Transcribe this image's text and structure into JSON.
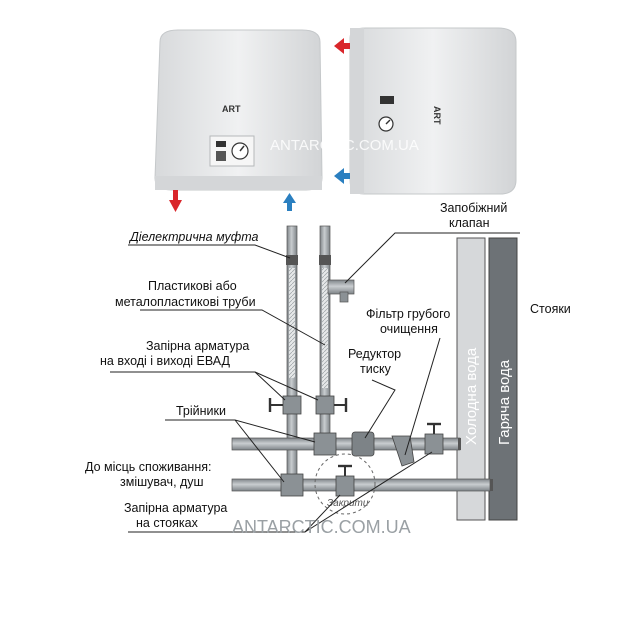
{
  "labels": {
    "dielectric_coupling": "Діелектрична муфта",
    "safety_valve_1": "Запобіжний",
    "safety_valve_2": "клапан",
    "plastic_pipes_1": "Пластикові або",
    "plastic_pipes_2": "металопластикові труби",
    "coarse_filter_1": "Фільтр грубого",
    "coarse_filter_2": "очищення",
    "shutoff_inlet_1": "Запірна арматура",
    "shutoff_inlet_2": "на вході і виході ЕВАД",
    "pressure_reducer_1": "Редуктор",
    "pressure_reducer_2": "тиску",
    "tees": "Трійники",
    "consumption_1": "До місць споживання:",
    "consumption_2": "змішувач, душ",
    "shutoff_risers_1": "Запірна арматура",
    "shutoff_risers_2": "на стояках",
    "close": "Закрити",
    "risers": "Стояки",
    "cold_water": "Холодна вода",
    "hot_water": "Гаряча вода",
    "heater_logo": "ART"
  },
  "watermark": "ANTARCTIC.COM.UA",
  "colors": {
    "hot_arrow": "#d9262b",
    "cold_arrow": "#2a7fc0",
    "pipe_fill": "#9da3a7",
    "riser_fill": "#6d7276",
    "heater_body": "#e9eaeb"
  }
}
